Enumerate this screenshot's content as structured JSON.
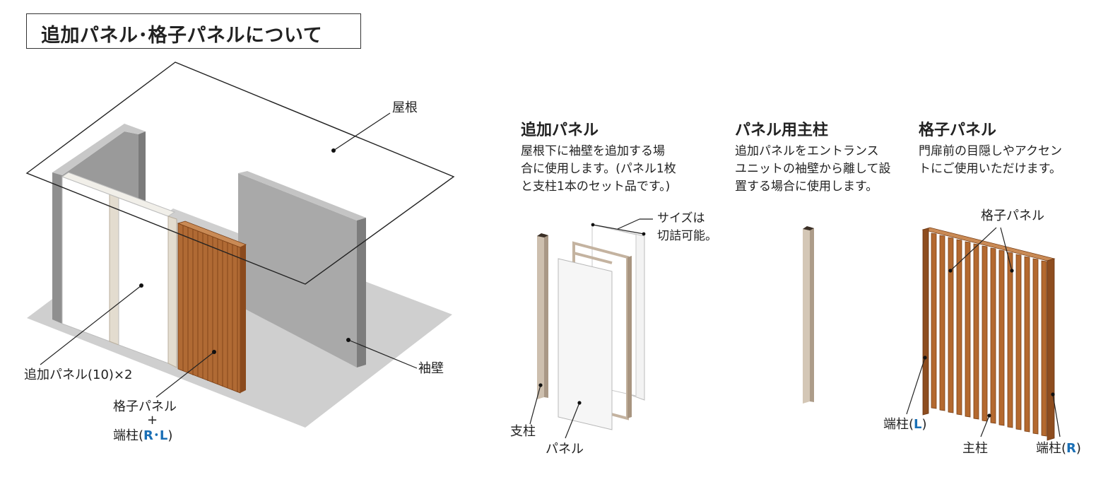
{
  "title": "追加パネル･格子パネルについて",
  "left_diagram": {
    "roof_label": "屋根",
    "sodekabe_label": "袖壁",
    "tsuika_label": "追加パネル(10)×2",
    "koushi_line1": "格子パネル",
    "koushi_plus": "+",
    "hashira_prefix": "端柱(",
    "hashira_r": "R",
    "hashira_dot": "･",
    "hashira_l": "L",
    "hashira_suffix": ")"
  },
  "sections": {
    "tsuika": {
      "title": "追加パネル",
      "desc": [
        "屋根下に袖壁を追加する場",
        "合に使用します。(パネル1枚",
        "と支柱1本のセット品です。)"
      ],
      "size_note": [
        "サイズは",
        "切詰可能。"
      ],
      "post_label": "支柱",
      "panel_label": "パネル"
    },
    "main_post": {
      "title": "パネル用主柱",
      "desc": [
        "追加パネルをエントランス",
        "ユニットの袖壁から離して設",
        "置する場合に使用します。"
      ]
    },
    "koushi": {
      "title": "格子パネル",
      "desc": [
        "門扉前の目隠しやアクセン",
        "トにご使用いただけます。"
      ],
      "callout": "格子パネル",
      "left_post_prefix": "端柱(",
      "left_post_letter": "L",
      "right_post_prefix": "端柱(",
      "right_post_letter": "R",
      "post_suffix": ")",
      "main_post_label": "主柱"
    }
  },
  "colors": {
    "accent_blue": "#1a6fb5",
    "wall_gray": "#a8a8a8",
    "floor_gray": "#cfcfcf",
    "wood_brown": "#a8602e",
    "post_beige": "#d8ccbc"
  }
}
